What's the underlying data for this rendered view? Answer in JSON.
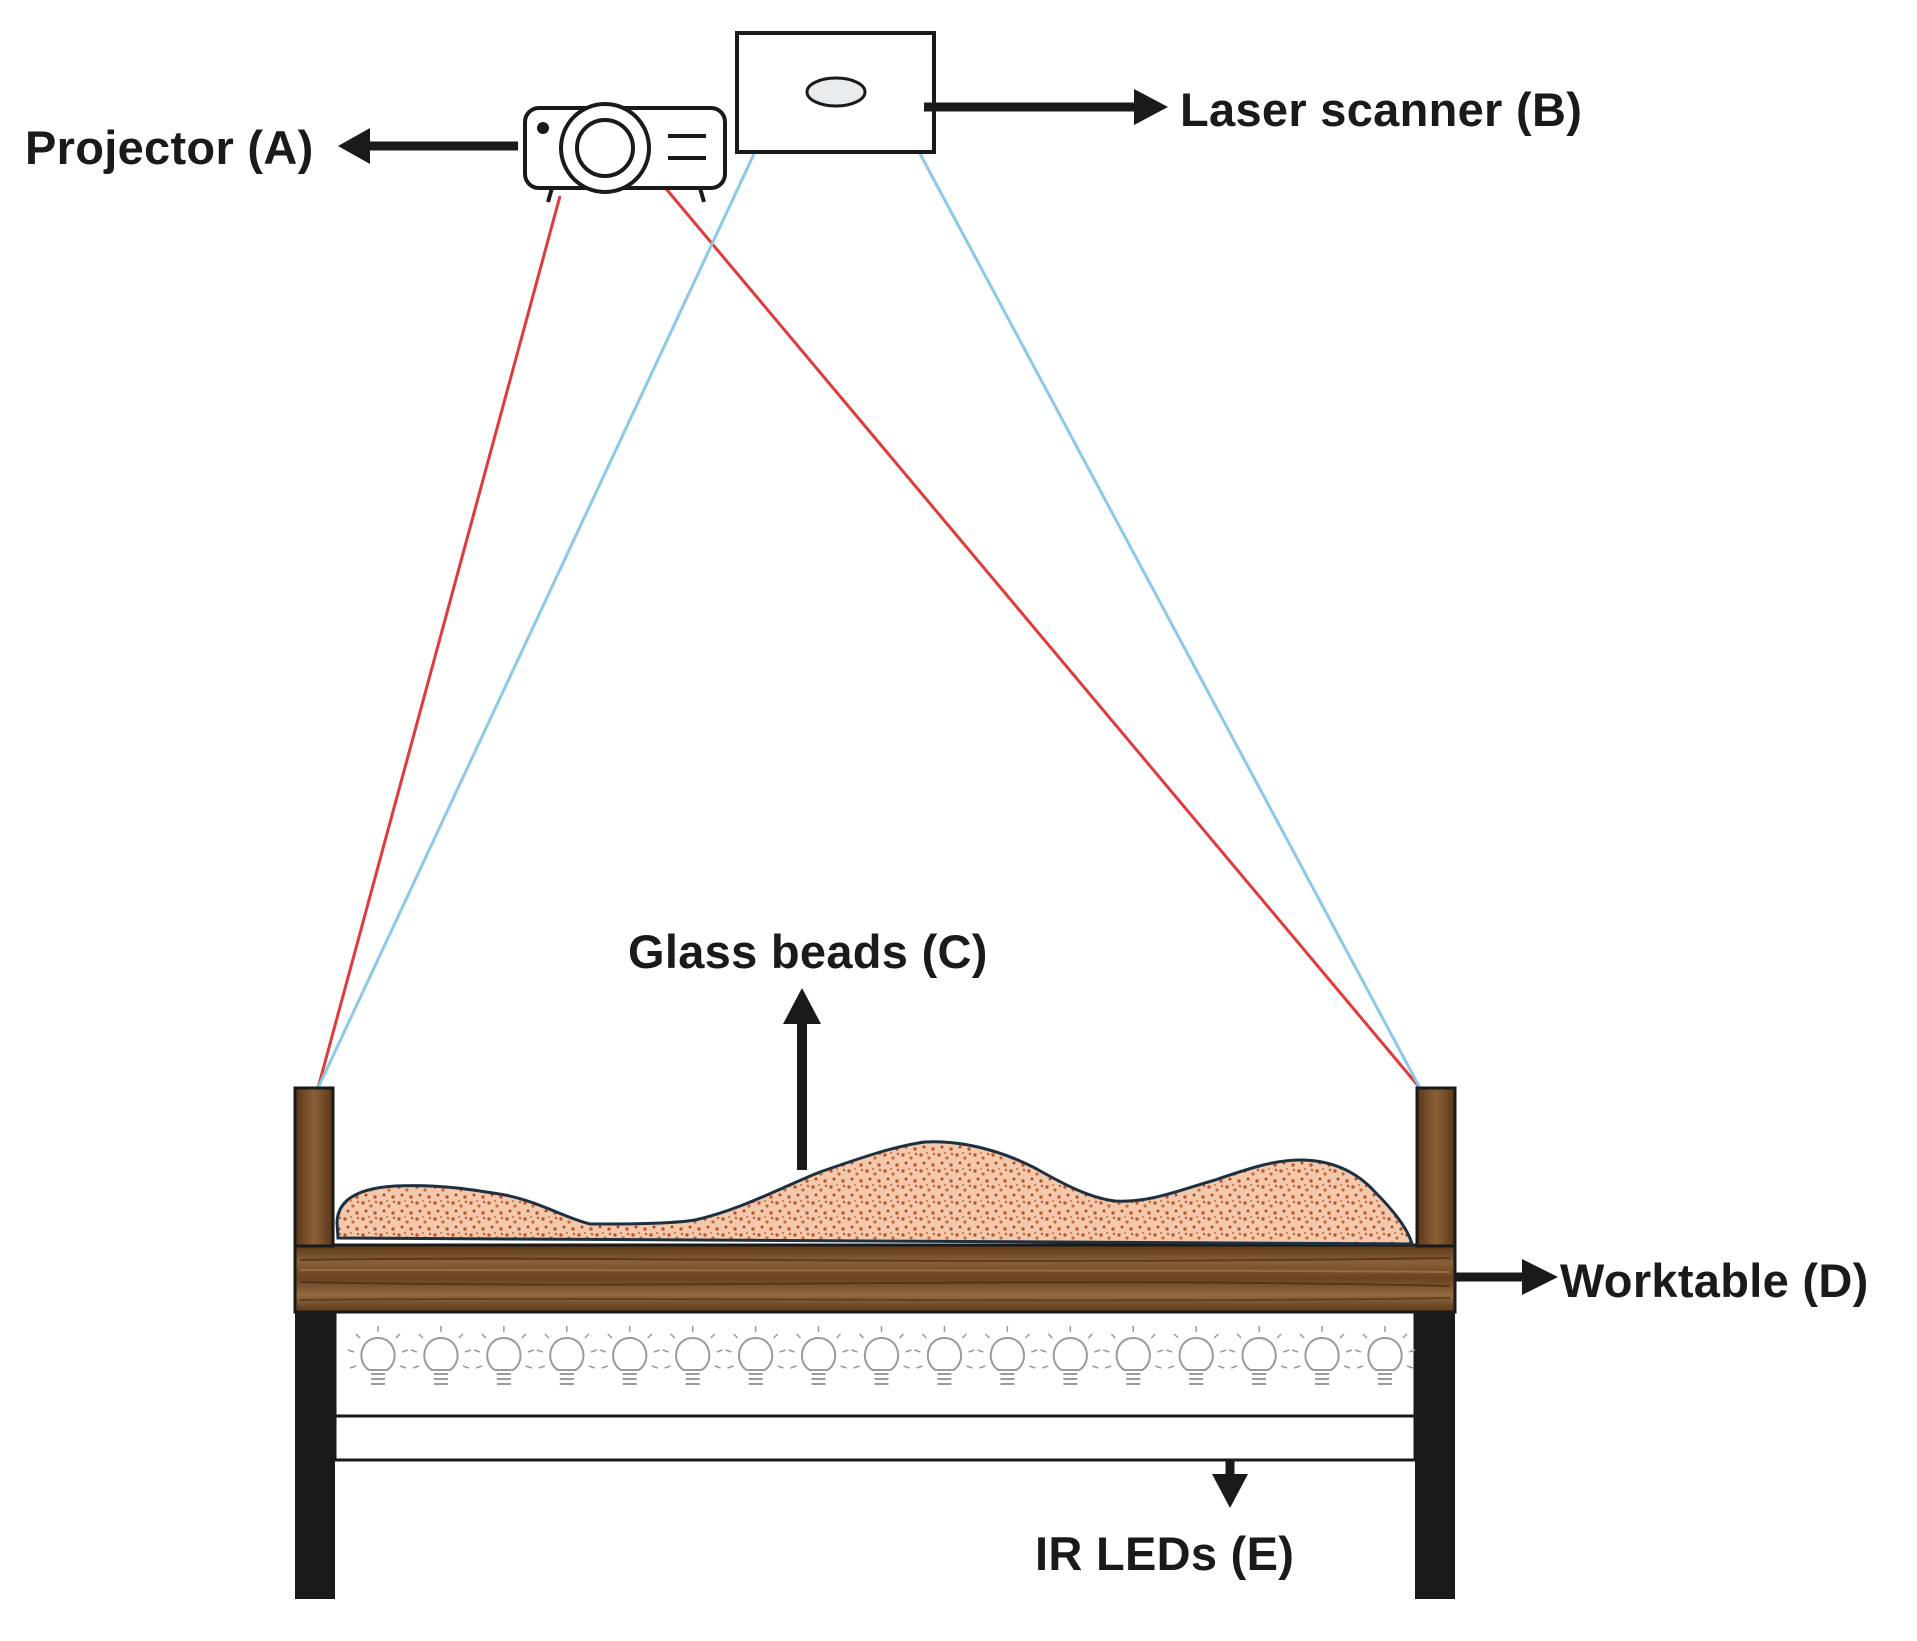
{
  "labels": {
    "projector": "Projector (A)",
    "laser_scanner": "Laser scanner (B)",
    "glass_beads": "Glass beads (C)",
    "worktable": "Worktable (D)",
    "ir_leds": "IR LEDs (E)"
  },
  "colors": {
    "projector_beam": "#e03a3a",
    "scanner_beam": "#8cc8e8",
    "outline": "#1a1a1a",
    "wood": "#7a5230",
    "wood_dark": "#4e3015",
    "beads_fill": "#f2c4a6",
    "beads_dot": "#c2552a",
    "bulb": "#9a9a9a"
  },
  "icons": {
    "projector": "projector-icon",
    "laser_scanner": "laser-scanner-icon",
    "led": "light-bulb-icon"
  },
  "led_count": 17
}
